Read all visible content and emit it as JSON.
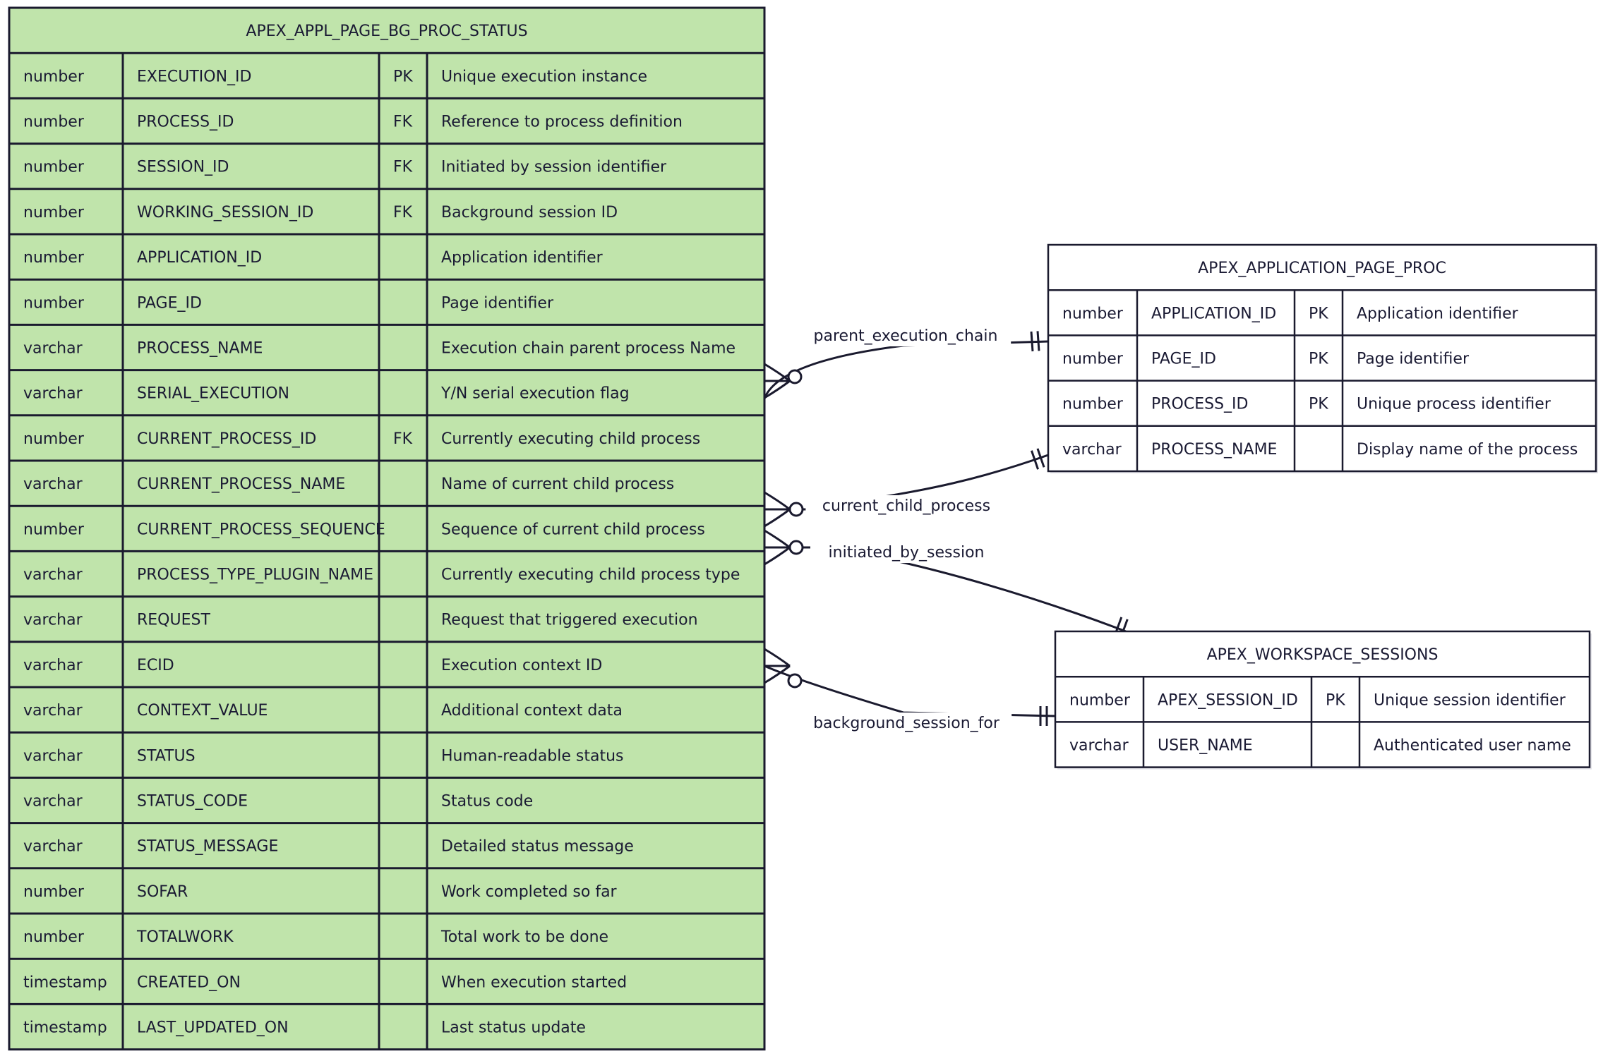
{
  "colors": {
    "main_fill": "#c0e4ab",
    "other_fill": "#ffffff",
    "stroke": "#1a1a2e",
    "text": "#1a1a33"
  },
  "entities": [
    {
      "id": "bg_proc_status",
      "name": "APEX_APPL_PAGE_BG_PROC_STATUS",
      "rows": [
        {
          "type": "number",
          "name": "EXECUTION_ID",
          "key": "PK",
          "comment": "Unique execution instance"
        },
        {
          "type": "number",
          "name": "PROCESS_ID",
          "key": "FK",
          "comment": "Reference to process definition"
        },
        {
          "type": "number",
          "name": "SESSION_ID",
          "key": "FK",
          "comment": "Initiated by session identifier"
        },
        {
          "type": "number",
          "name": "WORKING_SESSION_ID",
          "key": "FK",
          "comment": "Background session ID"
        },
        {
          "type": "number",
          "name": "APPLICATION_ID",
          "key": "",
          "comment": "Application identifier"
        },
        {
          "type": "number",
          "name": "PAGE_ID",
          "key": "",
          "comment": "Page identifier"
        },
        {
          "type": "varchar",
          "name": "PROCESS_NAME",
          "key": "",
          "comment": "Execution chain parent process Name"
        },
        {
          "type": "varchar",
          "name": "SERIAL_EXECUTION",
          "key": "",
          "comment": "Y/N serial execution flag"
        },
        {
          "type": "number",
          "name": "CURRENT_PROCESS_ID",
          "key": "FK",
          "comment": "Currently executing child process"
        },
        {
          "type": "varchar",
          "name": "CURRENT_PROCESS_NAME",
          "key": "",
          "comment": "Name of current child process"
        },
        {
          "type": "number",
          "name": "CURRENT_PROCESS_SEQUENCE",
          "key": "",
          "comment": "Sequence of current child process"
        },
        {
          "type": "varchar",
          "name": "PROCESS_TYPE_PLUGIN_NAME",
          "key": "",
          "comment": "Currently executing child process type"
        },
        {
          "type": "varchar",
          "name": "REQUEST",
          "key": "",
          "comment": "Request that triggered execution"
        },
        {
          "type": "varchar",
          "name": "ECID",
          "key": "",
          "comment": "Execution context ID"
        },
        {
          "type": "varchar",
          "name": "CONTEXT_VALUE",
          "key": "",
          "comment": "Additional context data"
        },
        {
          "type": "varchar",
          "name": "STATUS",
          "key": "",
          "comment": "Human-readable status"
        },
        {
          "type": "varchar",
          "name": "STATUS_CODE",
          "key": "",
          "comment": "Status code"
        },
        {
          "type": "varchar",
          "name": "STATUS_MESSAGE",
          "key": "",
          "comment": "Detailed status message"
        },
        {
          "type": "number",
          "name": "SOFAR",
          "key": "",
          "comment": "Work completed so far"
        },
        {
          "type": "number",
          "name": "TOTALWORK",
          "key": "",
          "comment": "Total work to be done"
        },
        {
          "type": "timestamp",
          "name": "CREATED_ON",
          "key": "",
          "comment": "When execution started"
        },
        {
          "type": "timestamp",
          "name": "LAST_UPDATED_ON",
          "key": "",
          "comment": "Last status update"
        }
      ]
    },
    {
      "id": "page_proc",
      "name": "APEX_APPLICATION_PAGE_PROC",
      "rows": [
        {
          "type": "number",
          "name": "APPLICATION_ID",
          "key": "PK",
          "comment": "Application identifier"
        },
        {
          "type": "number",
          "name": "PAGE_ID",
          "key": "PK",
          "comment": "Page identifier"
        },
        {
          "type": "number",
          "name": "PROCESS_ID",
          "key": "PK",
          "comment": "Unique process identifier"
        },
        {
          "type": "varchar",
          "name": "PROCESS_NAME",
          "key": "",
          "comment": "Display name of the process"
        }
      ]
    },
    {
      "id": "workspace_sessions",
      "name": "APEX_WORKSPACE_SESSIONS",
      "rows": [
        {
          "type": "number",
          "name": "APEX_SESSION_ID",
          "key": "PK",
          "comment": "Unique session identifier"
        },
        {
          "type": "varchar",
          "name": "USER_NAME",
          "key": "",
          "comment": "Authenticated user name"
        }
      ]
    }
  ],
  "relationships": [
    {
      "label": "parent_execution_chain",
      "from": "bg_proc_status",
      "to": "page_proc",
      "from_card": "zero-or-more",
      "to_card": "exactly-one"
    },
    {
      "label": "current_child_process",
      "from": "bg_proc_status",
      "to": "page_proc",
      "from_card": "zero-or-more",
      "to_card": "exactly-one"
    },
    {
      "label": "initiated_by_session",
      "from": "bg_proc_status",
      "to": "workspace_sessions",
      "from_card": "zero-or-more",
      "to_card": "exactly-one"
    },
    {
      "label": "background_session_for",
      "from": "bg_proc_status",
      "to": "workspace_sessions",
      "from_card": "zero-or-more",
      "to_card": "exactly-one"
    }
  ]
}
